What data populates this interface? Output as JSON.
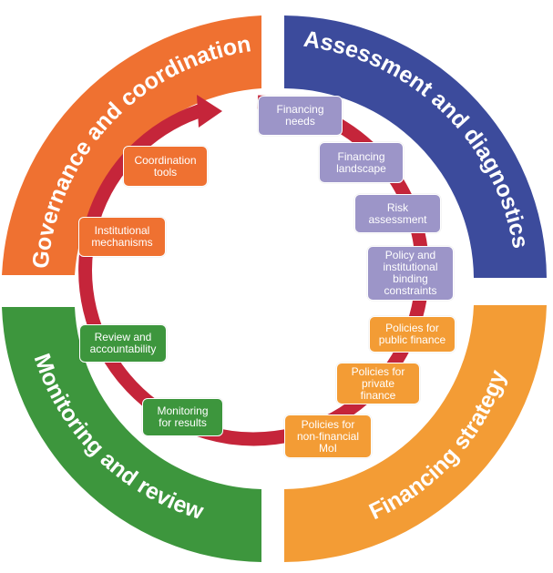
{
  "colors": {
    "governance": "#EF7131",
    "assessment": "#3C4B9C",
    "strategy": "#F39C35",
    "monitoring": "#3D963D",
    "ring": "#C5253A",
    "assessment_box": "#9C95C8",
    "background": "#FFFFFF"
  },
  "quadrants": {
    "governance": "Governance and coordination",
    "assessment": "Assessment and diagnostics",
    "strategy": "Financing strategy",
    "monitoring": "Monitoring and review"
  },
  "boxes": {
    "financing_needs": "Financing\nneeds",
    "financing_landscape": "Financing\nlandscape",
    "risk_assessment": "Risk\nassessment",
    "policy_constraints": "Policy and\ninstitutional\nbinding\nconstraints",
    "policies_public": "Policies for\npublic finance",
    "policies_private": "Policies for\nprivate\nfinance",
    "policies_nonfinancial": "Policies for\nnon-financial\nMoI",
    "monitoring_results": "Monitoring\nfor results",
    "review_accountability": "Review and\naccountability",
    "institutional_mechanisms": "Institutional\nmechanisms",
    "coordination_tools": "Coordination\ntools"
  },
  "icons": {
    "cycle_arrow": "arrow-icon"
  }
}
